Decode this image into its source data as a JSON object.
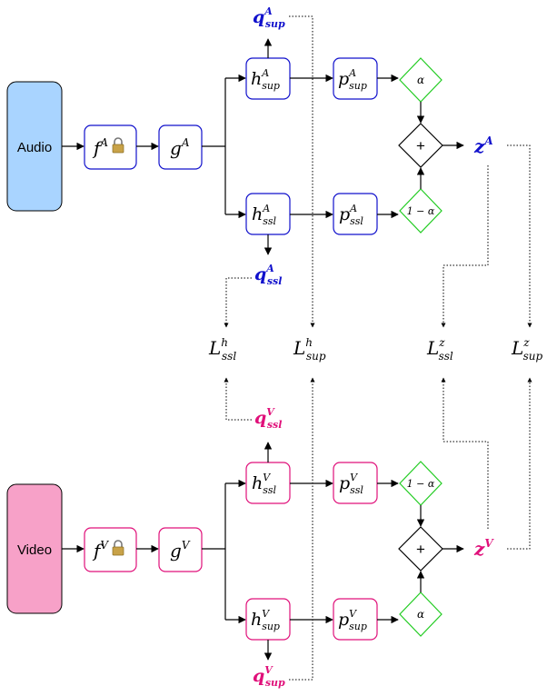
{
  "colors": {
    "audio_fill": "#a9d4ff",
    "video_fill": "#f7a1c8",
    "audio_stroke": "#1010cc",
    "video_stroke": "#e0107a",
    "gate_stroke": "#22cc22",
    "black": "#000000"
  },
  "audio": {
    "input_label": "Audio",
    "f_label": "f",
    "f_sup": "A",
    "g_label": "g",
    "g_sup": "A",
    "h_sup_main": "h",
    "h_sup_sup": "A",
    "h_sup_sub": "sup",
    "h_ssl_main": "h",
    "h_ssl_sup": "A",
    "h_ssl_sub": "ssl",
    "p_sup_main": "p",
    "p_sup_sup": "A",
    "p_sup_sub": "sup",
    "p_ssl_main": "p",
    "p_ssl_sup": "A",
    "p_ssl_sub": "ssl",
    "q_sup_main": "q",
    "q_sup_sup": "A",
    "q_sup_sub": "sup",
    "q_ssl_main": "q",
    "q_ssl_sup": "A",
    "q_ssl_sub": "ssl",
    "gate_top": "α",
    "gate_bottom": "1 − α",
    "plus": "+",
    "z_main": "z",
    "z_sup": "A"
  },
  "video": {
    "input_label": "Video",
    "f_label": "f",
    "f_sup": "V",
    "g_label": "g",
    "g_sup": "V",
    "h_ssl_main": "h",
    "h_ssl_sup": "V",
    "h_ssl_sub": "ssl",
    "h_sup_main": "h",
    "h_sup_sup": "V",
    "h_sup_sub": "sup",
    "p_ssl_main": "p",
    "p_ssl_sup": "V",
    "p_ssl_sub": "ssl",
    "p_sup_main": "p",
    "p_sup_sup": "V",
    "p_sup_sub": "sup",
    "q_ssl_main": "q",
    "q_ssl_sup": "V",
    "q_ssl_sub": "ssl",
    "q_sup_main": "q",
    "q_sup_sup": "V",
    "q_sup_sub": "sup",
    "gate_top": "1 − α",
    "gate_bottom": "α",
    "plus": "+",
    "z_main": "z",
    "z_sup": "V"
  },
  "losses": {
    "l_h_ssl": {
      "main": "L",
      "sup": "h",
      "sub": "ssl"
    },
    "l_h_sup": {
      "main": "L",
      "sup": "h",
      "sub": "sup"
    },
    "l_z_ssl": {
      "main": "L",
      "sup": "z",
      "sub": "ssl"
    },
    "l_z_sup": {
      "main": "L",
      "sup": "z",
      "sub": "sup"
    }
  },
  "icons": {
    "lock": "lock-icon"
  }
}
